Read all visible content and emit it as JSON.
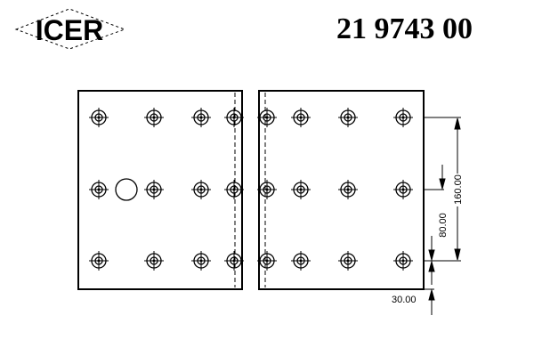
{
  "brand": "ICER",
  "part_number": "21 9743 00",
  "dimensions": {
    "d1": "160.00",
    "d2": "80.00",
    "d3": "30.00"
  },
  "colors": {
    "ink": "#000000",
    "background": "#ffffff"
  }
}
